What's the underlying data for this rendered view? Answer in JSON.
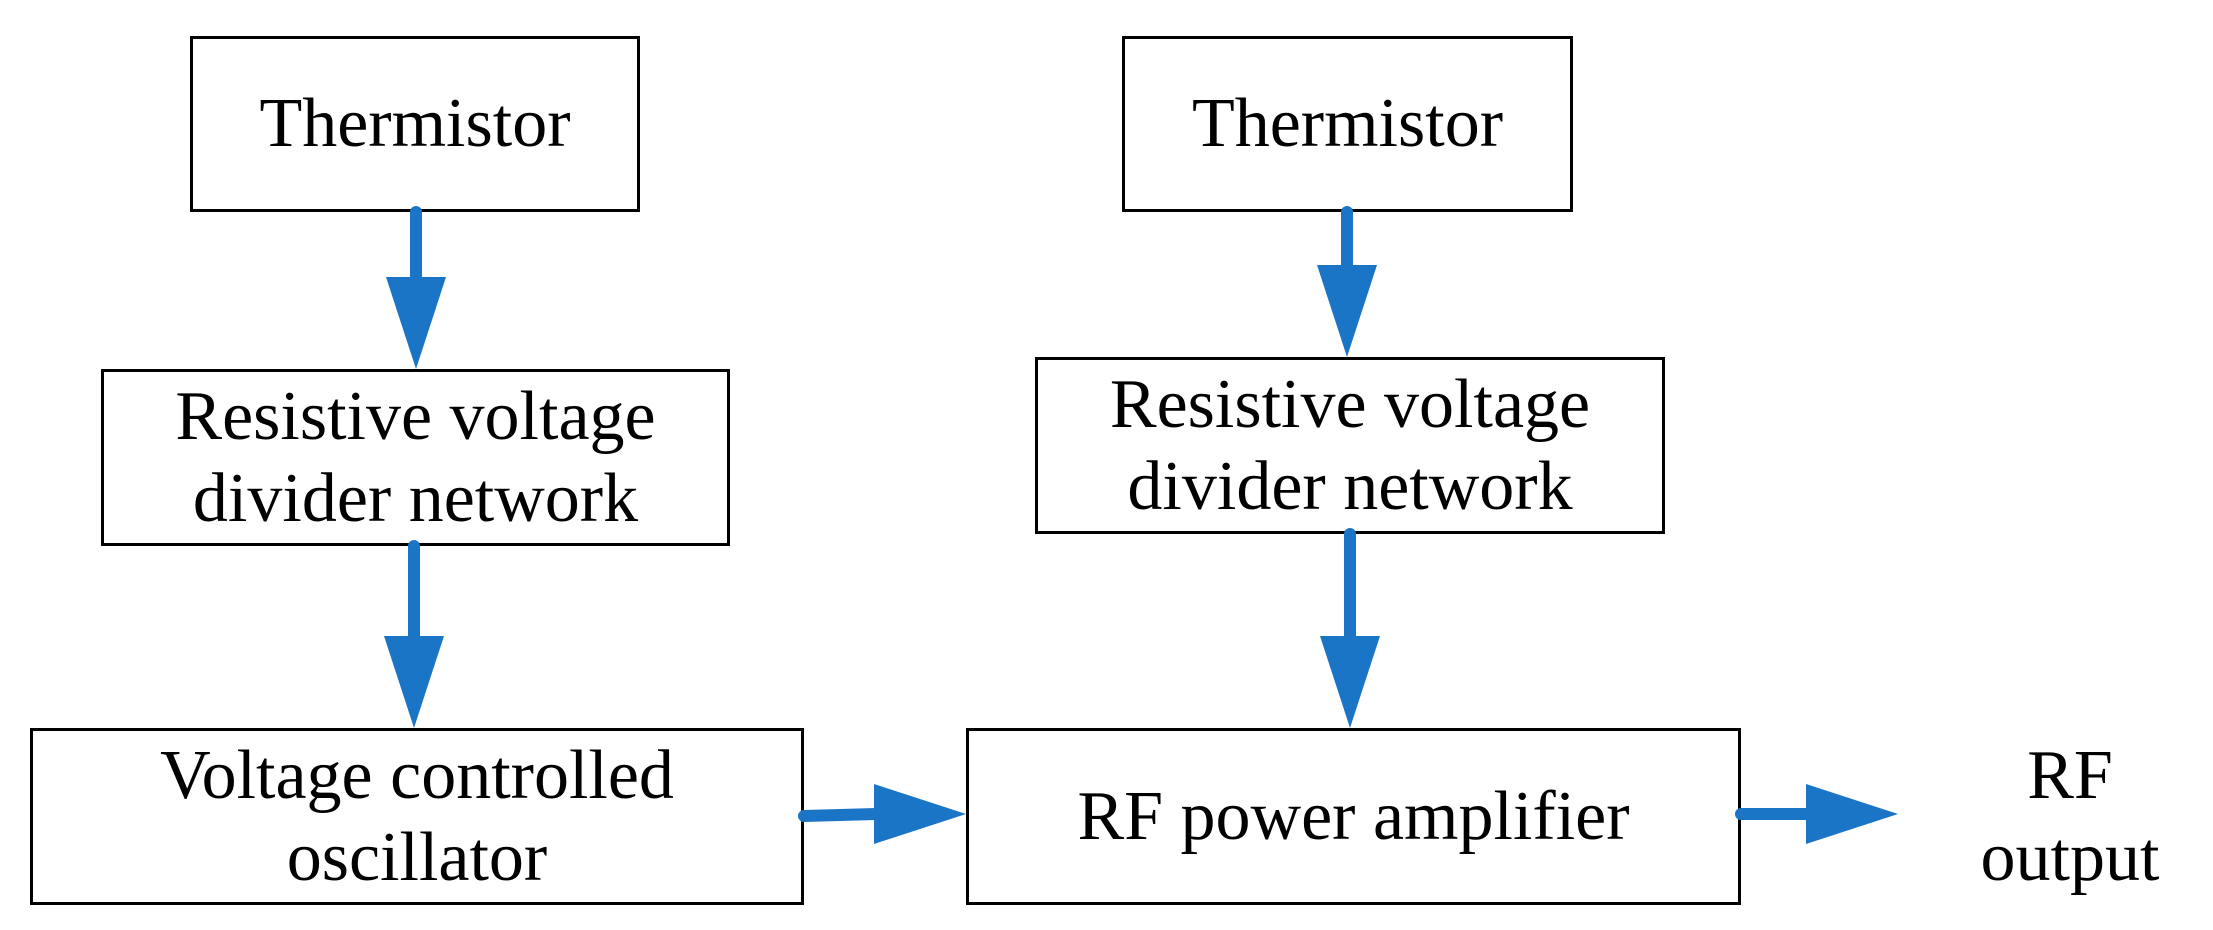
{
  "colors": {
    "arrow": "#1a75c6",
    "box_border": "#000000",
    "text": "#000000",
    "background": "#ffffff"
  },
  "left_chain": {
    "thermistor": "Thermistor",
    "divider_line1": "Resistive voltage",
    "divider_line2": "divider network",
    "vco_line1": "Voltage controlled",
    "vco_line2": "oscillator"
  },
  "right_chain": {
    "thermistor": "Thermistor",
    "divider_line1": "Resistive voltage",
    "divider_line2": "divider network",
    "amplifier": "RF power amplifier"
  },
  "output": {
    "line1": "RF",
    "line2": "output"
  },
  "connections": [
    {
      "from": "thermistor-left",
      "to": "divider-left"
    },
    {
      "from": "divider-left",
      "to": "vco"
    },
    {
      "from": "thermistor-right",
      "to": "divider-right"
    },
    {
      "from": "divider-right",
      "to": "rf-amplifier"
    },
    {
      "from": "vco",
      "to": "rf-amplifier"
    },
    {
      "from": "rf-amplifier",
      "to": "rf-output"
    }
  ]
}
